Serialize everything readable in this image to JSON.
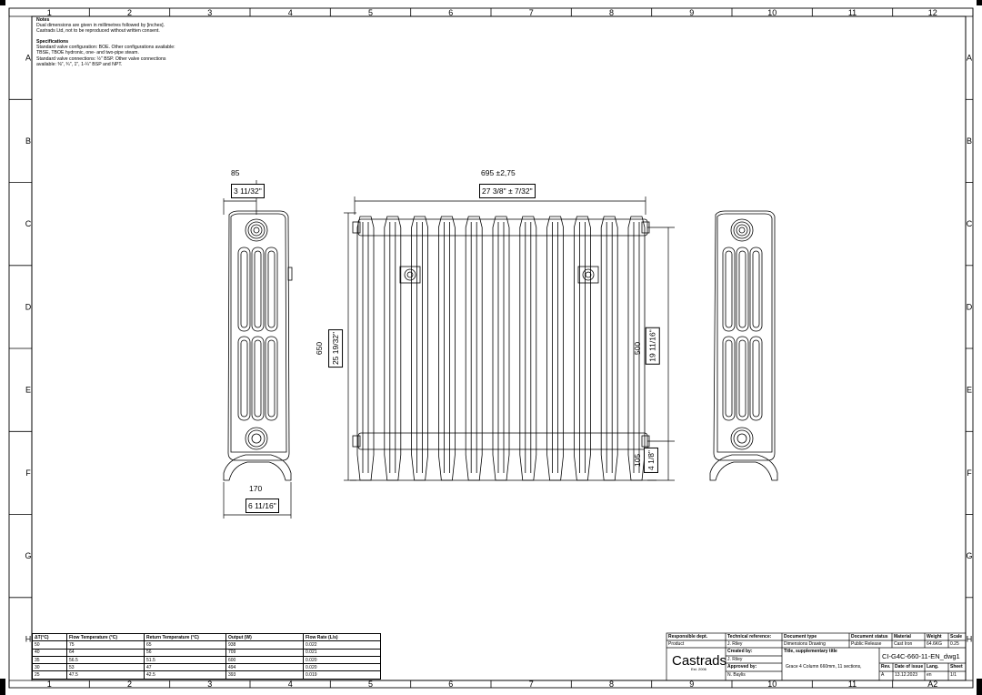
{
  "frame": {
    "columns": [
      "1",
      "2",
      "3",
      "4",
      "5",
      "6",
      "7",
      "8",
      "9",
      "10",
      "11",
      "12"
    ],
    "rows": [
      "A",
      "B",
      "C",
      "D",
      "E",
      "F",
      "G",
      "H"
    ],
    "bottom_columns": [
      "1",
      "2",
      "3",
      "4",
      "5",
      "6",
      "7",
      "8",
      "9",
      "10",
      "11",
      "A2"
    ]
  },
  "notes": {
    "heading": "Notes",
    "lines": [
      "Dual dimensions are given in millimetres followed by [inches].",
      "Castrads Ltd, not to be reproduced without written consent."
    ],
    "spec_heading": "Specifications",
    "spec_lines": [
      "Standard valve configuration: BOE. Other configurations available:",
      "TBSE, TBOE hydronic, one- and two-pipe steam.",
      "Standard valve connections: ½\" BSP. Other valve connections",
      "available: ⅜\", ¾\", 1\", 1-¼\" BSP and NPT."
    ]
  },
  "dimensions": {
    "depth_mm": "85",
    "depth_in": "3 11/32\"",
    "width_mm": "695  ±2,75",
    "width_in": "27 3/8\"  ± 7/32\"",
    "height_mm": "650",
    "height_in": "25 19/32\"",
    "centres_mm": "500",
    "centres_in": "19 11/16\"",
    "floor_mm": "105",
    "floor_in": "4 1/8\"",
    "foot_mm": "170",
    "foot_in": "6 11/16\""
  },
  "temperature_table": {
    "headers": [
      "ΔT(°C)",
      "Flow Temperature (°C)",
      "Return Temperature (°C)",
      "Output (W)",
      "Flow Rate (L/s)"
    ],
    "rows": [
      [
        "50",
        "75",
        "65",
        "938",
        "0.022"
      ],
      [
        "40",
        "64",
        "56",
        "709",
        "0.021"
      ],
      [
        "35",
        "56.5",
        "51.5",
        "600",
        "0.020"
      ],
      [
        "30",
        "53",
        "47",
        "494",
        "0.020"
      ],
      [
        "25",
        "47.5",
        "42.5",
        "393",
        "0.019"
      ]
    ]
  },
  "title_block": {
    "responsible_dept_label": "Responsible dept.",
    "responsible_dept": "Product",
    "technical_reference_label": "Technical reference:",
    "technical_reference": "J. Riley",
    "created_by_label": "Created by:",
    "created_by": "J. Riley",
    "approved_by_label": "Approved by:",
    "approved_by": "N. Baylis",
    "document_type_label": "Document type",
    "document_type": "Dimensions Drawing",
    "document_status_label": "Document status",
    "document_status": "Public Release",
    "material_label": "Material",
    "material": "Cast Iron",
    "weight_label": "Weight",
    "weight": "64.6KG",
    "scale_label": "Scale",
    "scale": "0.25",
    "title_label": "Title, supplementary title",
    "title": "Grace 4 Column 660mm, 11 sections,",
    "document_number": "CI-G4C-660-11-EN_dwg1",
    "rev_label": "Rev.",
    "rev": "A",
    "date_label": "Date of issue",
    "date": "13.12.2023",
    "lang_label": "Lang.",
    "lang": "en",
    "sheet_label": "Sheet",
    "sheet": "1/1",
    "company": "Castrads",
    "company_sub": "Est. 2006"
  }
}
